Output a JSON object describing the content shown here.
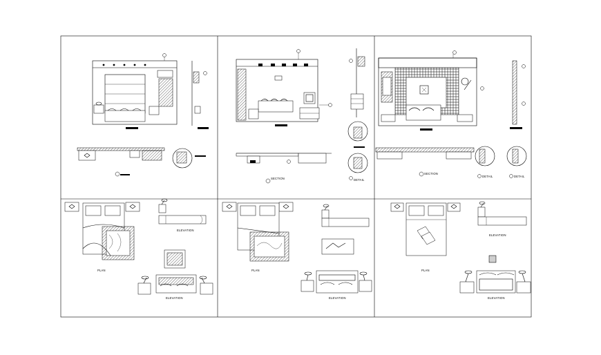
{
  "drawing": {
    "labels": {
      "section_top_mid": "SECTION",
      "section_top_right": "SECTION",
      "detail_top_mid": "DETAIL",
      "detail_top_right_1": "DETAIL",
      "detail_top_right_2": "DETAIL",
      "elevation_p1_right": "ELEVATION",
      "plan_p1": "PLAN",
      "elevation_p1_bottom": "ELEVATION",
      "plan_p2": "PLAN",
      "elevation_p2_bottom": "ELEVATION",
      "elevation_p3_right": "ELEVATION",
      "plan_p3": "PLAN",
      "elevation_p3_bottom": "ELEVATION"
    }
  }
}
